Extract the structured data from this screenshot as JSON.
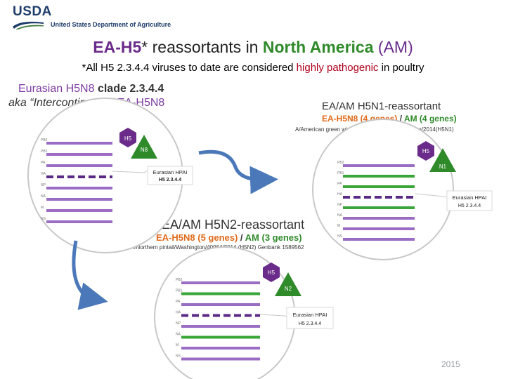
{
  "logo": {
    "usda": "USDA",
    "department": "United States Department of Agriculture"
  },
  "title": {
    "part1": "EA-H5",
    "part2": "* reassortants in ",
    "part3": "North America",
    "part4": " (AM)"
  },
  "subtitle": {
    "part1": "*All H5 2.3.4.4 viruses to date are considered ",
    "highlight": "highly pathogenic",
    "part2": " in poultry"
  },
  "eurasian": {
    "line1_a": "Eurasian H5N8 ",
    "line1_b": "clade 2.3.4.4",
    "line2_a": "aka “Intercontinental” ",
    "line2_b": "EA-H5N8",
    "segments": [
      "PB2",
      "PB1",
      "PA",
      "HA",
      "NP",
      "NA",
      "M",
      "NS"
    ],
    "ha_label": "H5",
    "na_label": "N8",
    "callout_line1": "Eurasian HPAI",
    "callout_line2": "H5 2.3.4.4"
  },
  "h5n1": {
    "title": "EA/AM H5N1-reassortant",
    "sub_a": "EA-H5N8 (4 genes)",
    "sub_sep": " / ",
    "sub_b": "AM (4 genes)",
    "strain": "A/American green winged teal/195750/Washington/2014(H5N1)",
    "segments": [
      "PB2",
      "PB1",
      "PA",
      "HA",
      "NP",
      "NA",
      "M",
      "NS"
    ],
    "ha_label": "H5",
    "na_label": "N1",
    "callout_line1": "Eurasian HPAI",
    "callout_line2": "H5 2.3.4.4"
  },
  "h5n2": {
    "title": "EA/AM H5N2-reassortant",
    "sub_a": "EA-H5N8 (5 genes)",
    "sub_sep": " / ",
    "sub_b": "AM (3 genes)",
    "strain": "A/Northern pintail/Washington/40964/2014 (H5N2) Genbank 1589562",
    "segments": [
      "PB2",
      "PB1",
      "PA",
      "HA",
      "NP",
      "NA",
      "M",
      "NS"
    ],
    "ha_label": "H5",
    "na_label": "N2",
    "callout_line1": "Eurasian HPAI",
    "callout_line2": "H5 2.3.4.4"
  },
  "footer": {
    "year": "2015"
  },
  "colors": {
    "eurasian": "#9b6cc4",
    "american": "#3aa63a",
    "ha_dash": "#5b2a86",
    "ha_hex": "#6a2b8a",
    "na_tri": "#2f8a2a",
    "arrow": "#4a78b8",
    "usda_blue": "#1f3d6b"
  }
}
